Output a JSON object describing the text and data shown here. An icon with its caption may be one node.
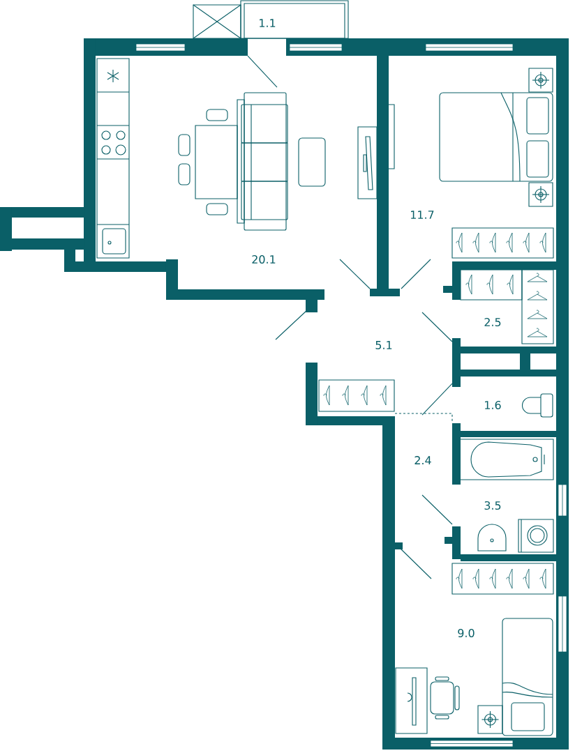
{
  "diagram": {
    "labels": [
      "1.1",
      "11.7",
      "20.1",
      "2.5",
      "5.1",
      "1.6",
      "2.4",
      "3.5",
      "9.0"
    ]
  }
}
